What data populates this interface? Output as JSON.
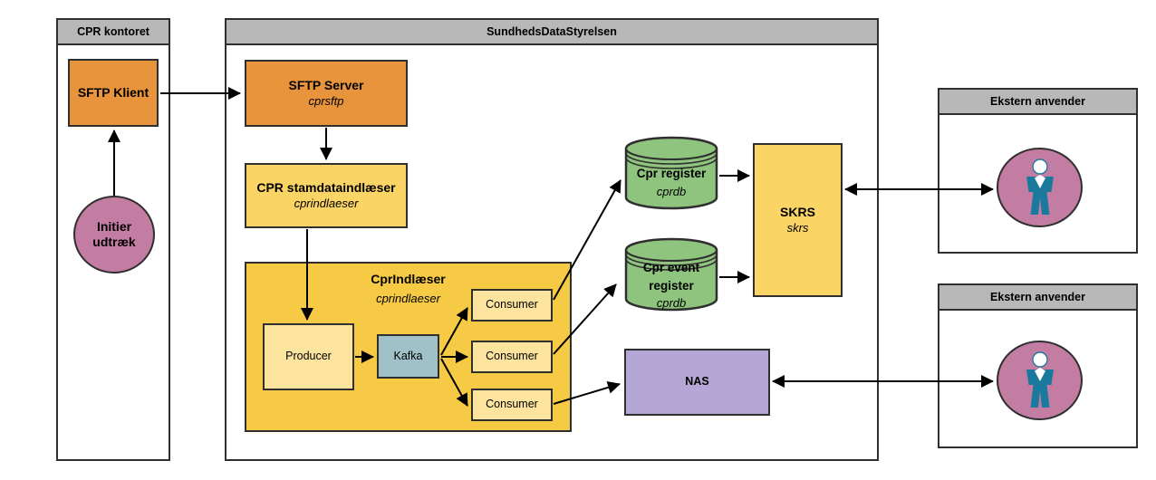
{
  "containers": {
    "cpr_kontoret": {
      "title": "CPR kontoret"
    },
    "sundhedsdatastyrelsen": {
      "title": "SundhedsDataStyrelsen"
    },
    "ekstern_anvender_1": {
      "title": "Ekstern anvender"
    },
    "ekstern_anvender_2": {
      "title": "Ekstern anvender"
    }
  },
  "nodes": {
    "initier_udtraek": {
      "label": "Initier udtræk"
    },
    "sftp_klient": {
      "label": "SFTP Klient"
    },
    "sftp_server": {
      "label": "SFTP Server",
      "sublabel": "cprsftp"
    },
    "cpr_stamdataindlaeser": {
      "label": "CPR stamdataindlæser",
      "sublabel": "cprindlaeser"
    },
    "cprindlaeser_group": {
      "label": "CprIndlæser",
      "sublabel": "cprindlaeser"
    },
    "producer": {
      "label": "Producer"
    },
    "kafka": {
      "label": "Kafka"
    },
    "consumer_1": {
      "label": "Consumer"
    },
    "consumer_2": {
      "label": "Consumer"
    },
    "consumer_3": {
      "label": "Consumer"
    },
    "cpr_register": {
      "label": "Cpr register",
      "sublabel": "cprdb"
    },
    "cpr_event_register": {
      "label": "Cpr event register",
      "sublabel": "cprdb"
    },
    "skrs": {
      "label": "SKRS",
      "sublabel": "skrs"
    },
    "nas": {
      "label": "NAS"
    }
  },
  "icons": {
    "person_1": "person-icon",
    "person_2": "person-icon"
  },
  "colors": {
    "orange": "#e8943c",
    "yellow": "#fad464",
    "yellow_light": "#fce49e",
    "group_yellow": "#f7ca45",
    "green": "#8fc47f",
    "purple": "#b4a7d6",
    "pink": "#c47da2",
    "kafka_blue": "#9fc1c7",
    "header_gray": "#b8b8b8",
    "border": "#2f2f2f",
    "person_blue": "#1a7a9d",
    "arrow": "#000000"
  }
}
